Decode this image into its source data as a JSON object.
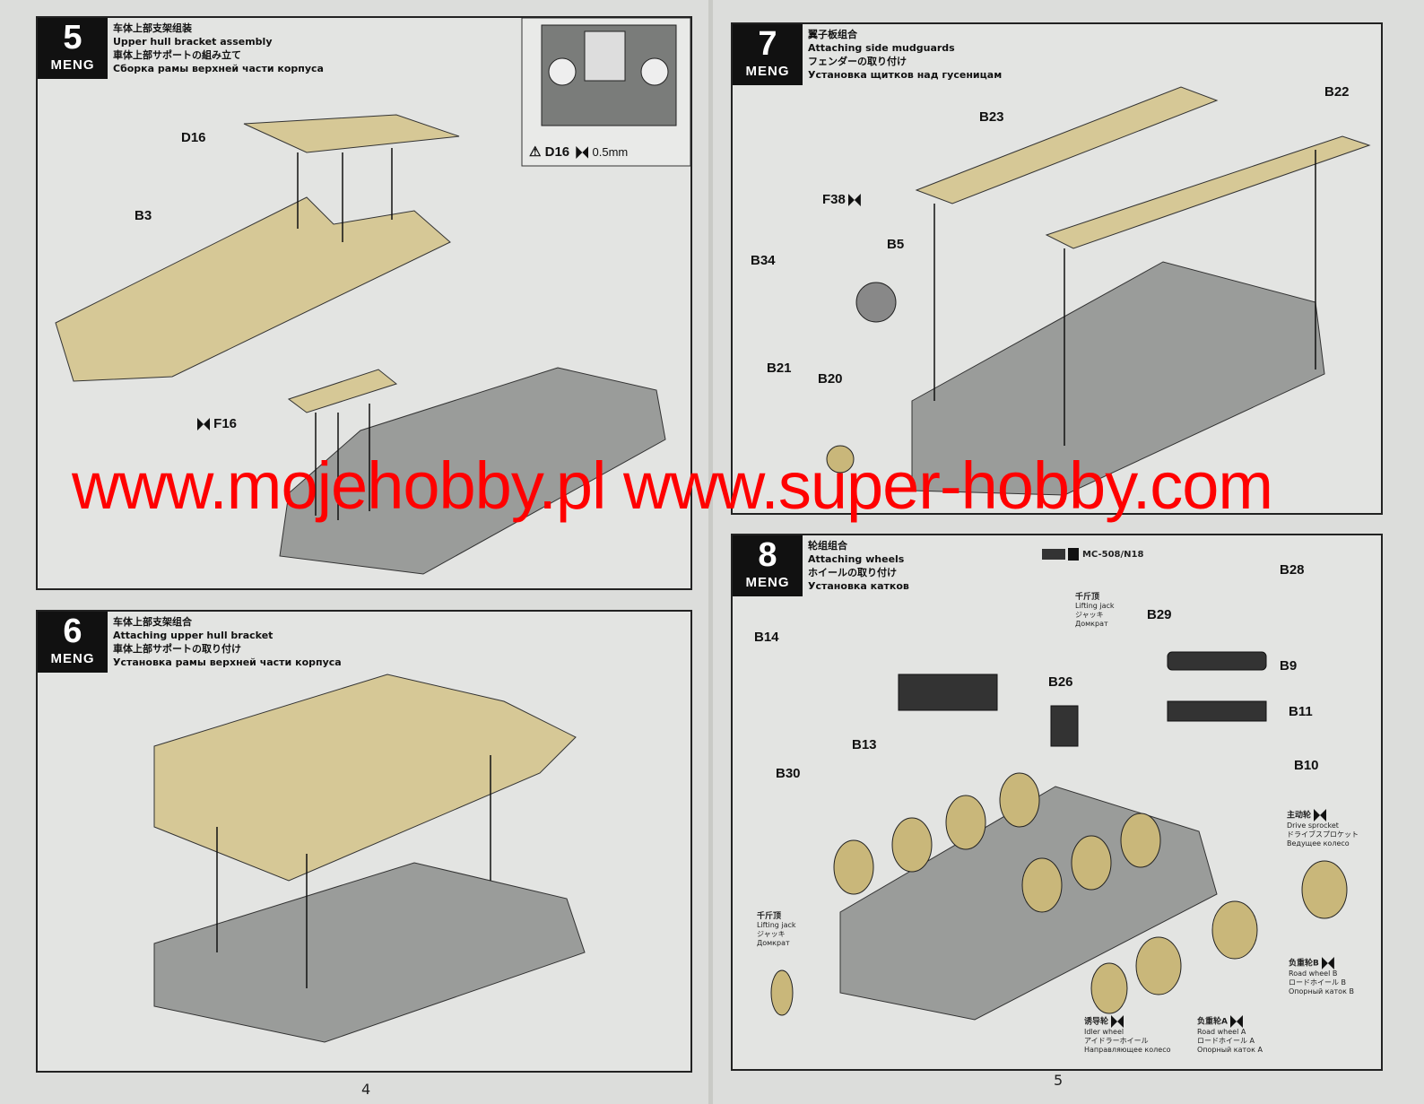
{
  "brand": "MENG",
  "steps": [
    {
      "num": "5",
      "zh": "车体上部支架组装",
      "en": "Upper hull bracket assembly",
      "ja": "車体上部サポートの組み立て",
      "ru": "Сборка рамы верхней части корпуса"
    },
    {
      "num": "6",
      "zh": "车体上部支架组合",
      "en": "Attaching upper hull bracket",
      "ja": "車体上部サポートの取り付け",
      "ru": "Установка рамы верхней части корпуса"
    },
    {
      "num": "7",
      "zh": "翼子板组合",
      "en": "Attaching side mudguards",
      "ja": "フェンダーの取り付け",
      "ru": "Установка щитков над гусеницам"
    },
    {
      "num": "8",
      "zh": "轮组组合",
      "en": "Attaching wheels",
      "ja": "ホイールの取り付け",
      "ru": "Установка катков"
    }
  ],
  "step5": {
    "parts": [
      "D16",
      "B3",
      "F16"
    ],
    "inset": {
      "part": "D16",
      "drill": "0.5mm"
    }
  },
  "step7": {
    "parts": [
      "B23",
      "B22",
      "F38",
      "B5",
      "B34",
      "B21",
      "B20"
    ]
  },
  "step8": {
    "paint": "MC-508/N18",
    "parts": [
      "B28",
      "B29",
      "B9",
      "B11",
      "B10",
      "B14",
      "B26",
      "B13",
      "B30"
    ],
    "jack": {
      "zh": "千斤顶",
      "en": "Lifting jack",
      "ja": "ジャッキ",
      "ru": "Домкрат"
    },
    "sprocket": {
      "zh": "主动轮",
      "en": "Drive sprocket",
      "ja": "ドライブスプロケット",
      "ru": "Ведущее колесо"
    },
    "roadB": {
      "zh": "负重轮B",
      "en": "Road wheel B",
      "ja": "ロードホイール B",
      "ru": "Опорный каток B"
    },
    "roadA": {
      "zh": "负重轮A",
      "en": "Road wheel A",
      "ja": "ロードホイール A",
      "ru": "Опорный каток A"
    },
    "idler": {
      "zh": "诱导轮",
      "en": "Idler wheel",
      "ja": "アイドラーホイール",
      "ru": "Направляющее колесо"
    }
  },
  "watermark": "www.mojehobby.pl www.super-hobby.com",
  "page_numbers": [
    "4",
    "5"
  ],
  "colors": {
    "part_tan": "#d6c896",
    "hull_gray": "#9a9c9a",
    "watermark": "#ff0000"
  }
}
